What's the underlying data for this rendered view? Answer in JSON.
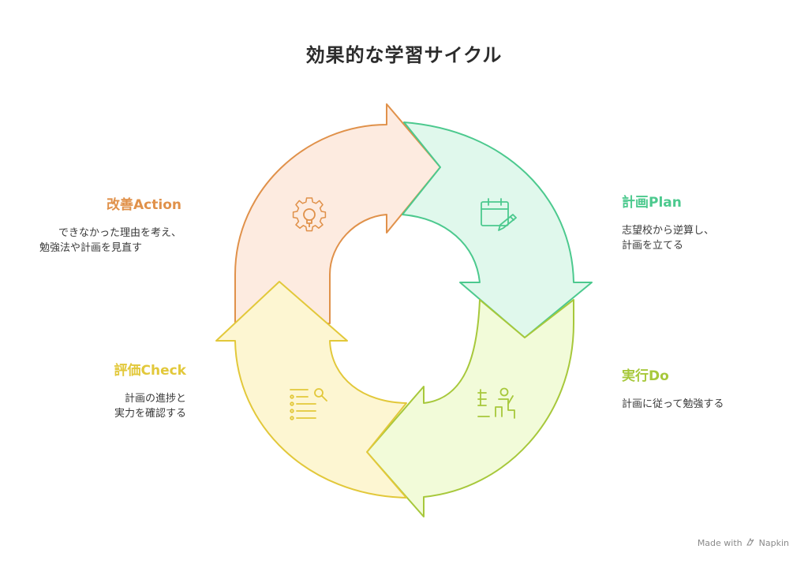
{
  "title": "効果的な学習サイクル",
  "colors": {
    "plan": "#4cc98e",
    "do": "#a7c83b",
    "check": "#e2c83a",
    "action": "#e0914a"
  },
  "stages": {
    "plan": {
      "heading": "計画Plan",
      "desc": [
        "志望校から逆算し、",
        "計画を立てる"
      ],
      "icon": "calendar-edit-icon"
    },
    "do": {
      "heading": "実行Do",
      "desc": [
        "計画に従って勉強する"
      ],
      "icon": "person-at-desk-icon"
    },
    "check": {
      "heading": "評価Check",
      "desc": [
        "計画の進捗と",
        "実力を確認する"
      ],
      "icon": "list-search-icon"
    },
    "action": {
      "heading": "改善Action",
      "desc": [
        "できなかった理由を考え、",
        "勉強法や計画を見直す"
      ],
      "icon": "gear-bulb-icon"
    }
  },
  "footer": {
    "prefix": "Made with",
    "brand": "Napkin"
  }
}
